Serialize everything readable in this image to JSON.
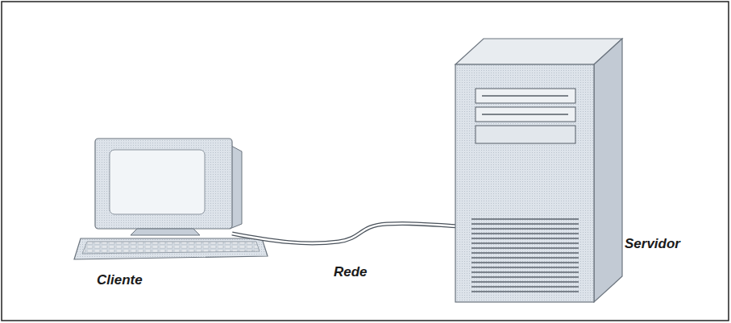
{
  "diagram": {
    "labels": [
      "Cliente",
      "Rede",
      "Servidor"
    ]
  }
}
